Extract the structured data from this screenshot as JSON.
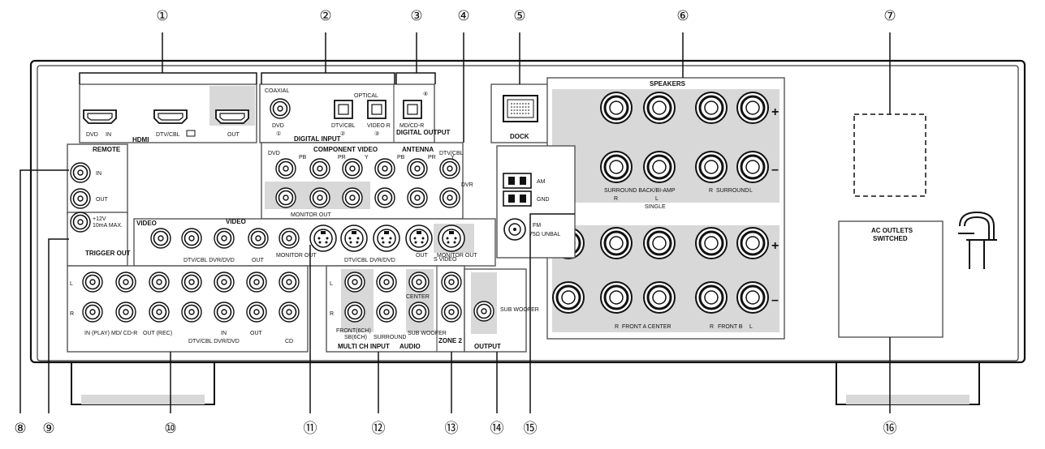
{
  "callouts": [
    "①",
    "②",
    "③",
    "④",
    "⑤",
    "⑥",
    "⑦",
    "⑧",
    "⑨",
    "⑩",
    "⑪",
    "⑫",
    "⑬",
    "⑭",
    "⑮",
    "⑯"
  ],
  "labels": {
    "hdmi": "HDMI",
    "hdmi_dvd": "DVD",
    "hdmi_in": "IN",
    "hdmi_dtv": "DTV/CBL",
    "hdmi_out": "OUT",
    "coaxial": "COAXIAL",
    "optical": "OPTICAL",
    "dvd": "DVD",
    "digital_input": "DIGITAL INPUT",
    "dtv_cbl": "DTV/CBL",
    "vcd": "VIDEO R",
    "md_cdr": "MD/CD-R",
    "digital_output": "DIGITAL OUTPUT",
    "circ1": "①",
    "circ2": "②",
    "circ3": "③",
    "circ4": "④",
    "dock": "DOCK",
    "speakers": "SPEAKERS",
    "remote": "REMOTE",
    "remote_in": "IN",
    "remote_out": "OUT",
    "trigger_12v": "+12V",
    "trigger_ma": "10mA MAX.",
    "trigger_out": "TRIGGER OUT",
    "component_video": "COMPONENT VIDEO",
    "antenna": "ANTENNA",
    "comp_dvd": "DVD",
    "comp_dtv": "DTV/CBL",
    "pb": "PB",
    "pr": "PR",
    "y": "Y",
    "dvr": "DVR",
    "monitor_out": "MONITOR OUT",
    "am": "AM",
    "gnd": "GND",
    "fm": "FM",
    "fm_ohm": "75Ω UNBAL",
    "video": "VIDEO",
    "video_lbl": "VIDEO",
    "s_video": "S VIDEO",
    "video_dtv_dvr": "DTV/CBL DVR/DVD",
    "video_out": "OUT",
    "monitor_out2": "MONITOR OUT",
    "svideo_group": "DTV/CBL DVR/DVD",
    "svideo_out": "OUT",
    "svideo_monitor": "MONITOR OUT",
    "surround_back": "SURROUND BACK/BI-AMP",
    "single": "SINGLE",
    "surround": "SURROUND",
    "plus": "+",
    "minus": "–",
    "front_a_center": "FRONT A CENTER",
    "front_b": "FRONT B",
    "r_mark": "R",
    "l_mark": "L",
    "ac_outlets": "AC OUTLETS",
    "switched": "SWITCHED",
    "aud_in_play": "IN (PLAY)",
    "aud_md": "MD/ CD-R",
    "aud_out_rec": "OUT (REC)",
    "aud_dtv_dvr": "DTV/CBL DVR/DVD",
    "aud_in": "IN",
    "aud_out": "OUT",
    "aud_cd": "CD",
    "multi_ch_input": "MULTI CH INPUT",
    "audio": "AUDIO",
    "mc_front": "FRONT(6CH)",
    "mc_sb": "SB(6CH)",
    "mc_surround": "SURROUND",
    "mc_center": "CENTER",
    "mc_sub": "SUB WOOFER",
    "zone2_out": "ZONE 2 OUT",
    "sub_woofer": "SUB WOOFER",
    "output": "OUTPUT"
  }
}
